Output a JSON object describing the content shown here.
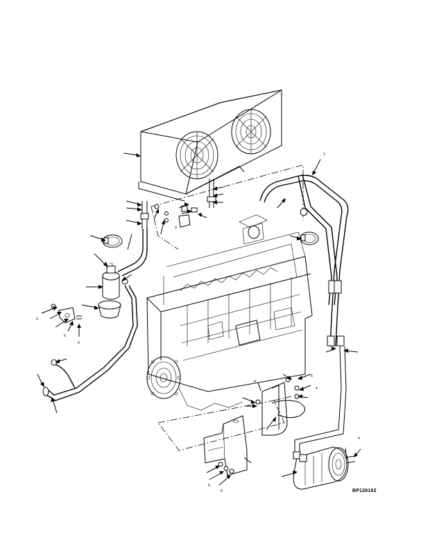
{
  "figure": {
    "reference": "BP120162"
  },
  "callouts": [
    {
      "text": "1"
    },
    {
      "text": "1"
    },
    {
      "text": "3"
    },
    {
      "text": "3"
    },
    {
      "text": "4"
    },
    {
      "text": "4"
    },
    {
      "text": "4"
    },
    {
      "text": "5"
    },
    {
      "text": "6"
    },
    {
      "text": "6"
    },
    {
      "text": "9"
    },
    {
      "text": "9"
    }
  ],
  "colors": {
    "line": "#000000",
    "background": "#ffffff"
  }
}
